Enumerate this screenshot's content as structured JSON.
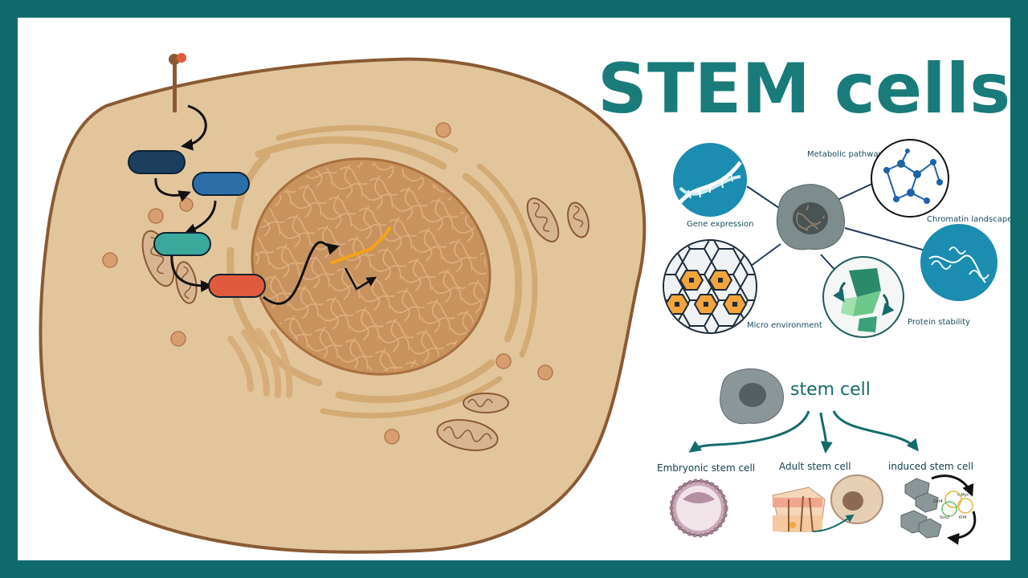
{
  "title": "STEM cells",
  "hub_labels": {
    "metabolic": "Metabolic pathways",
    "gene": "Gene expression",
    "chromatin": "Chromatin landscape",
    "micro": "Micro environment",
    "protein": "Protein stability"
  },
  "lineage": {
    "root": "stem cell",
    "embryonic": "Embryonic stem cell",
    "adult": "Adult stem cell",
    "induced": "induced stem cell"
  },
  "ips_labels": {
    "oct": "Oct4",
    "myc": "c-Myc",
    "sox": "Sox2",
    "klf": "Klf4"
  },
  "colors": {
    "frame": "#0f6b6b",
    "title": "#1a7b7b",
    "cytoplasm": "#e3c59c",
    "cell_border": "#8b5a33",
    "nucleus": "#c8925e",
    "navy": "#1d3f5e",
    "blue": "#2c6ea8",
    "teal": "#3aa89c",
    "red": "#e25a3d"
  },
  "icons": [
    "dna-icon",
    "network-icon",
    "chromatin-icon",
    "hexagon-icon",
    "protein-icon"
  ]
}
